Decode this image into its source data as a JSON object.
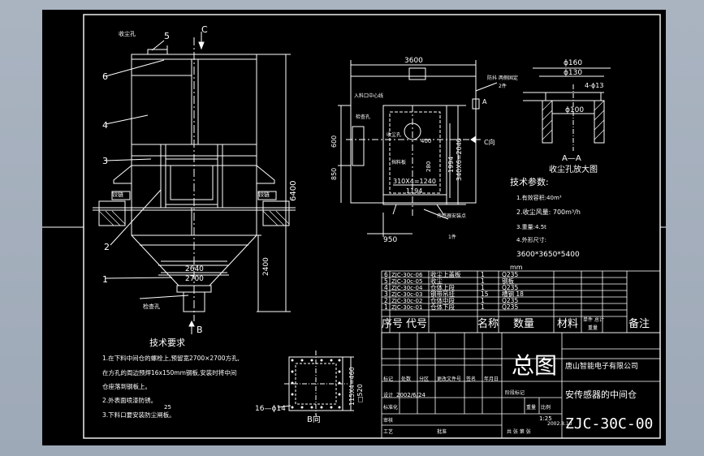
{
  "main_view": {
    "section_mark": "C",
    "callouts": [
      "1",
      "2",
      "3",
      "4",
      "5",
      "6"
    ],
    "labels": {
      "dust_hole": "收尘孔",
      "inspection": "检查孔",
      "bottom_inspection": "检查孔",
      "hinge": "铰链"
    },
    "dim_height": "6400",
    "dim_lower": "2400",
    "dim_2640": "2640",
    "dim_2700": "2700",
    "section_b": "B"
  },
  "top_view": {
    "dim_width": "3600",
    "dim_600": "600",
    "dim_850": "850",
    "dim_950": "950",
    "dim_1194": "1194",
    "dim_1994": "1994",
    "dim_3408": "340X6=2040",
    "dim_280": "280",
    "dim_400": "400",
    "dim_1240": "310X4=1240",
    "label_c_dir": "C向",
    "label_a": "A",
    "label_feed": "入料口中心线",
    "label_inspect": "检查孔",
    "label_dust": "收尘孔",
    "label_anti": "防抖",
    "label_fix": "两侧固定",
    "label_sensor": "传感器安装点",
    "label_2pcs": "2件",
    "label_1pc": "1件",
    "label_plate": "挡料板"
  },
  "detail_view": {
    "dim_160": "ϕ160",
    "dim_130": "ϕ130",
    "dim_4holes": "4-ϕ13",
    "dim_100": "ϕ100",
    "title_aa": "A—A",
    "title": "收尘孔放大图"
  },
  "tech_params": {
    "title": "技术参数:",
    "items": [
      "1.有效容积:40m³",
      "2.收尘风量: 700m³/h",
      "3.重量:4.5t",
      "4.外形尺寸:"
    ],
    "size": "3600*3650*5400",
    "unit": "mm"
  },
  "tech_requirements": {
    "title": "技术要求",
    "items": [
      "1.在下料中间仓的螺栓上,预留宽2700×2700方孔,",
      "  在方孔的周边预焊16x150mm钢板,安装时将中间",
      "  仓座落到钢板上。",
      "2.外表面喷漆防锈。",
      "3.下料口要安装防尘闸板。"
    ],
    "note_25": "25"
  },
  "b_view": {
    "label": "B向",
    "dim_holes": "16—ϕ14",
    "dim_460": "115X4=460",
    "dim_520": "□520"
  },
  "bom": {
    "rows": [
      {
        "seq": "6",
        "code": "ZJC-30c-06",
        "name": "收尘上盖板",
        "qty": "1",
        "mat": "Q235"
      },
      {
        "seq": "5",
        "code": "ZJC-30c-05",
        "name": "收尘",
        "qty": "1",
        "mat": "钢板"
      },
      {
        "seq": "4",
        "code": "ZJC-30c-04",
        "name": "仓体上段",
        "qty": "1",
        "mat": "Q235"
      },
      {
        "seq": "3",
        "code": "ZJC-30c-03",
        "name": "钢带吊挂",
        "qty": "15",
        "mat": "槽钢 18"
      },
      {
        "seq": "2",
        "code": "ZJC-30c-02",
        "name": "仓体中段",
        "qty": "1",
        "mat": "Q235"
      },
      {
        "seq": "1",
        "code": "ZJC-30c-01",
        "name": "仓体下段",
        "qty": "1",
        "mat": "Q235"
      }
    ],
    "header": {
      "seq": "序号",
      "code": "代号",
      "name": "名称",
      "qty": "数量",
      "mat": "材料",
      "unit_weight": "单件",
      "total_weight": "总计",
      "weight": "重量",
      "remark": "备注"
    }
  },
  "title_block": {
    "drawing_title": "总图",
    "company": "唐山智能电子有限公司",
    "product": "安传感器的中间仓",
    "drawing_no": "ZJC-30C-00",
    "date": "2002/6/24",
    "scale": "1:25",
    "rows_left": [
      "标记",
      "处数",
      "分区",
      "更改文件号",
      "签名",
      "年月日"
    ],
    "roles": [
      "设计",
      "审核",
      "工艺",
      "批准"
    ],
    "stage": "阶段标记",
    "weight": "重量",
    "ratio": "比例",
    "sheets": "共  张  第  张",
    "std": "标准化",
    "date_label": "2002.8.10"
  }
}
